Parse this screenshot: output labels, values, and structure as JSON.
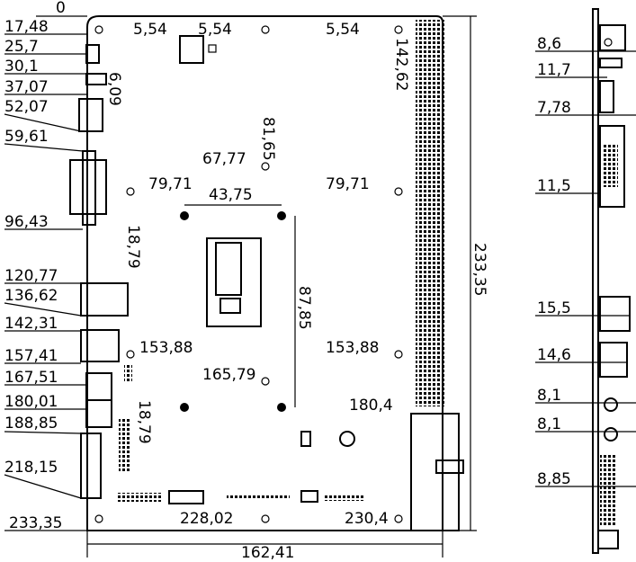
{
  "left_dimensions": [
    "0",
    "17,48",
    "25,7",
    "30,1",
    "37,07",
    "52,07",
    "59,61",
    "96,43",
    "120,77",
    "136,62",
    "142,31",
    "157,41",
    "167,51",
    "180,01",
    "188,85",
    "218,15",
    "233,35"
  ],
  "top_dimensions": {
    "a": "5,54",
    "b": "5,54",
    "c": "5,54",
    "d": "81,65",
    "e": "142,62",
    "f": "6,09"
  },
  "inner_dimensions": {
    "y1": "67,77",
    "x1": "79,71",
    "w": "43,75",
    "x2": "79,71",
    "v1": "18,79",
    "h": "87,85",
    "x3": "153,88",
    "x4": "153,88",
    "y2": "165,79",
    "v2": "18,79",
    "y3": "180,4",
    "b1": "228,02",
    "b2": "230,4"
  },
  "overall": {
    "height": "233,35",
    "width": "162,41"
  },
  "side_dimensions": [
    "8,6",
    "11,7",
    "7,78",
    "11,5",
    "15,5",
    "14,6",
    "8,1",
    "8,1",
    "8,85"
  ]
}
